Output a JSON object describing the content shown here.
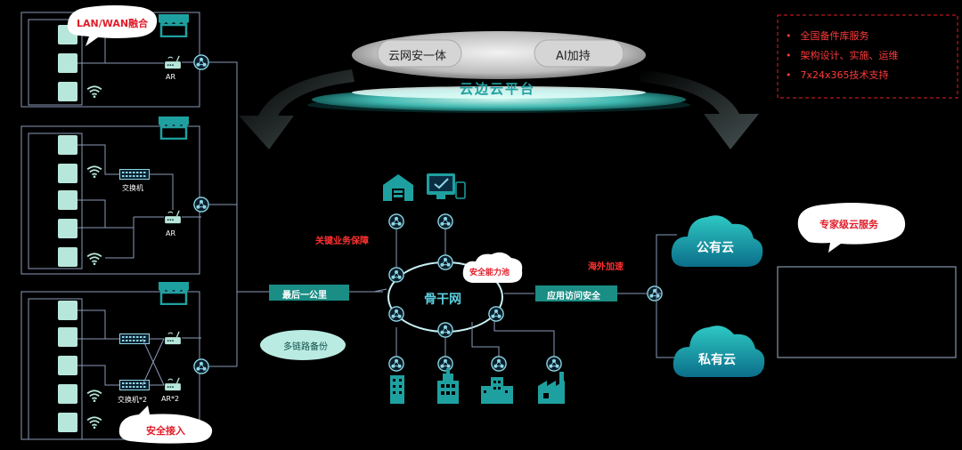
{
  "platform": {
    "pill_left": "云网安一体",
    "pill_right": "AI加持",
    "title": "云边云平台"
  },
  "services_list": [
    "全国备件库服务",
    "架构设计、实施、运维",
    "7x24x365技术支持"
  ],
  "bubbles": {
    "lan_wan": "LAN/WAN融合",
    "security_access": "安全接入",
    "multi_link": "多链路备份",
    "security_pool": "安全能力池",
    "expert_cloud": "专家级云服务"
  },
  "labels": {
    "switch": "交换机",
    "switch_x2": "交换机*2",
    "ar": "AR",
    "ar_x2": "AR*2",
    "last_mile": "最后一公里",
    "app_access": "应用访问安全",
    "backbone": "骨干网",
    "key_business": "关键业务保障",
    "overseas": "海外加速",
    "public_cloud": "公有云",
    "private_cloud": "私有云"
  },
  "colors": {
    "teal": "#1fa0a0",
    "pale_teal": "#b7e6da",
    "red": "#ff3030",
    "node": "#8fd8e8",
    "line": "#7a8aa8"
  }
}
